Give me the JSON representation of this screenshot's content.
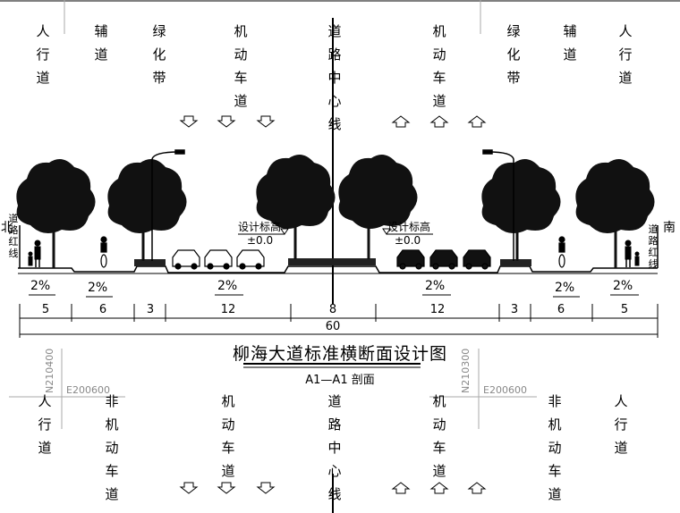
{
  "top_labels": [
    {
      "id": "left-sidewalk",
      "text": "人行道"
    },
    {
      "id": "left-aux-road",
      "text": "辅道"
    },
    {
      "id": "left-green-belt",
      "text": "绿化带"
    },
    {
      "id": "left-motor-lane",
      "text": "机动车道"
    },
    {
      "id": "center-line",
      "text": "道路中心线"
    },
    {
      "id": "right-motor-lane",
      "text": "机动车道"
    },
    {
      "id": "right-green-belt",
      "text": "绿化带"
    },
    {
      "id": "right-aux-road",
      "text": "辅道"
    },
    {
      "id": "right-sidewalk",
      "text": "人行道"
    }
  ],
  "bottom_labels": [
    {
      "id": "left-sidewalk",
      "text": "人行道"
    },
    {
      "id": "left-nonmotor",
      "text": "非机动车道"
    },
    {
      "id": "left-motor-lane",
      "text": "机动车道"
    },
    {
      "id": "center-line",
      "text": "道路中心线"
    },
    {
      "id": "right-motor-lane",
      "text": "机动车道"
    },
    {
      "id": "right-nonmotor",
      "text": "非机动车道"
    },
    {
      "id": "right-sidewalk",
      "text": "人行道"
    }
  ],
  "edge_labels": {
    "north": "北",
    "south": "南",
    "left_redline": "道路红线",
    "right_redline": "道路红线"
  },
  "design_elevation": {
    "label": "设计标高",
    "value": "±0.0"
  },
  "slopes": [
    "2%",
    "2%",
    "2%",
    "2%",
    "2%",
    "2%"
  ],
  "dimensions": [
    "5",
    "6",
    "3",
    "12",
    "8",
    "12",
    "3",
    "6",
    "5"
  ],
  "total_width": "60",
  "title": "柳海大道标准横断面设计图",
  "subtitle": "A1—A1 剖面",
  "coordinates": {
    "left_north": "N210400",
    "left_east": "E200600",
    "right_north": "N210300",
    "right_east": "E200600"
  }
}
